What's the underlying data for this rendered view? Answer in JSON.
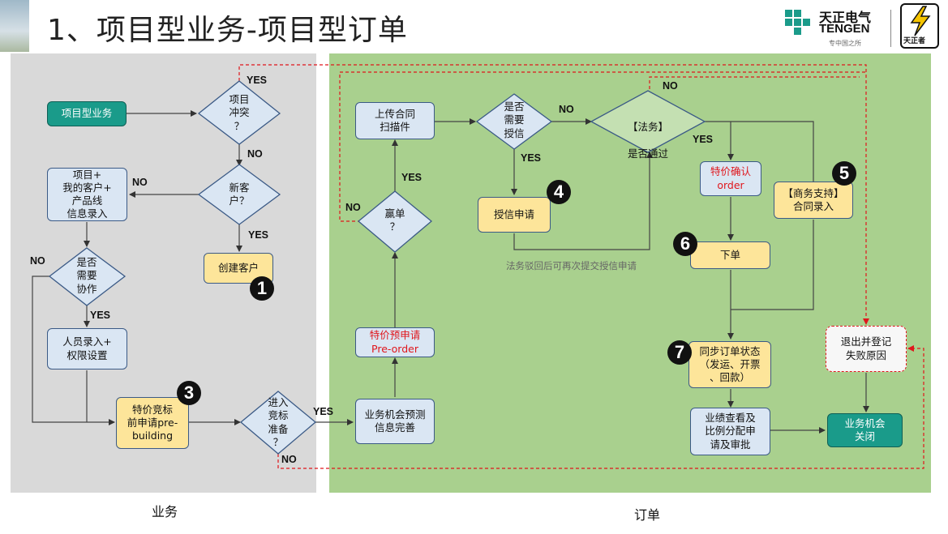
{
  "page": {
    "title": "1、项目型业务-项目型订单",
    "logo": {
      "name_cn": "天正电气",
      "name_en": "TENGEN",
      "slogan": "专中国之所",
      "badge_text": "天正者"
    }
  },
  "sections": {
    "business": "业务",
    "order": "订单"
  },
  "nodes": {
    "start": "项目型业务",
    "conflict": "项目\n冲突\n？",
    "new_customer": "新客\n户？",
    "create_customer": "创建客户",
    "project_entry": "项目+\n我的客户+\n产品线\n信息录入",
    "need_collab": "是否\n需要\n协作",
    "staff_entry": "人员录入+\n权限设置",
    "prebuild_line1": "特价竞标",
    "prebuild_line2": "前申请pre-",
    "prebuild_line3": "building",
    "enter_bid": "进入\n竞标\n准备\n？",
    "opportunity": "业务机会预测\n信息完善",
    "preorder_line1": "特价预申请",
    "preorder_line2": "Pre-order",
    "win": "赢单\n？",
    "upload_contract": "上传合同\n扫描件",
    "need_credit": "是否\n需要\n授信",
    "credit_apply": "授信申请",
    "legal_line1": "【法务】",
    "legal_line2": "是否通过",
    "special_confirm_line1": "特价确认",
    "special_confirm_line2": "order",
    "commerce_line1": "【商务支持】",
    "commerce_line2": "合同录入",
    "place_order": "下单",
    "sync_status": "同步订单状态\n（发运、开票\n、回款）",
    "performance": "业绩查看及\n比例分配申\n请及审批",
    "exit_record": "退出并登记\n失败原因",
    "close_opportunity": "业务机会\n关闭"
  },
  "labels": {
    "yes": "YES",
    "no": "NO",
    "credit_note": "法务驳回后可再次提交授信申请"
  },
  "badges": {
    "b1": "1",
    "b3": "3",
    "b4": "4",
    "b5": "5",
    "b6": "6",
    "b7": "7"
  },
  "colors": {
    "business_bg": "#d9d9d9",
    "order_bg": "#a9d08e",
    "box_blue": "#dae6f3",
    "box_yellow": "#fde59a",
    "box_teal": "#1a9b8a",
    "red_text": "#e0161c",
    "dashed_line": "#e0161c"
  }
}
